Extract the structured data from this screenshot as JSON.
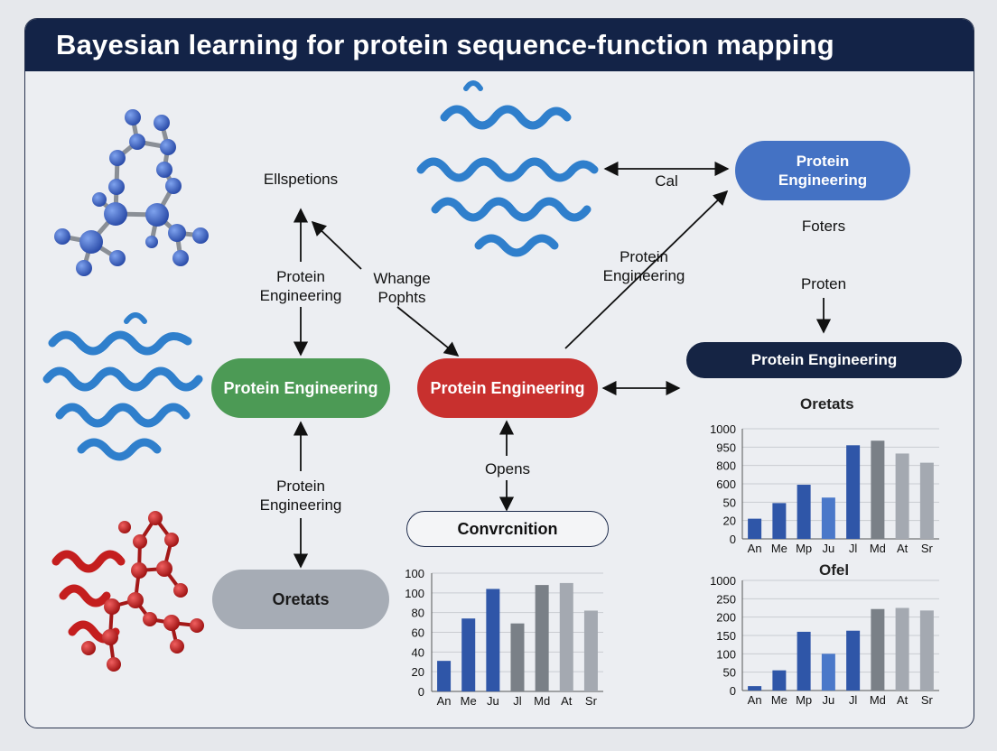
{
  "title": "Bayesian learning for protein sequence-function mapping",
  "nodes": {
    "green": "Protein Engineering",
    "red": "Protein Engineering",
    "blue_light": "Protein\nEngineering",
    "navy": "Protein Engineering",
    "gray": "Oretats",
    "outline": "Convrcnition"
  },
  "labels": {
    "ellspetions": "Ellspetions",
    "pe_upper": "Protein\nEngineering",
    "pe_lower": "Protein\nEngineering",
    "whange": "Whange\nPophts",
    "pe_diag": "Protein\nEngineering",
    "cal": "Cal",
    "foters": "Foters",
    "proten": "Proten",
    "opens": "Opens"
  },
  "colors": {
    "green": "#4c9a55",
    "red": "#c8302e",
    "blue_light": "#4472c4",
    "navy": "#152444",
    "gray": "#a6acb5",
    "bar_blue": "#2f56a8",
    "bar_blue_light": "#4a78c9",
    "bar_gray": "#7a8087",
    "bar_gray_light": "#a4a9b1",
    "molecule_blue": "#3561c2",
    "molecule_red": "#c41e1e",
    "ribbon_blue": "#2f7fcc"
  },
  "chart_data": [
    {
      "type": "bar",
      "title": "",
      "categories": [
        "An",
        "Me",
        "Ju",
        "Jl",
        "Md",
        "At",
        "Sr"
      ],
      "values": [
        31,
        74,
        104,
        69,
        108,
        110,
        82
      ],
      "yticks": [
        "0",
        "20",
        "40",
        "60",
        "80",
        "100",
        "100"
      ],
      "ylim": [
        0,
        120
      ],
      "grid": true
    },
    {
      "type": "bar",
      "title": "Oretats",
      "categories": [
        "An",
        "Me",
        "Mp",
        "Ju",
        "Jl",
        "Md",
        "At",
        "Sr"
      ],
      "values": [
        110,
        195,
        295,
        225,
        510,
        535,
        465,
        415
      ],
      "yticks": [
        "0",
        "20",
        "50",
        "600",
        "800",
        "950",
        "1000"
      ],
      "ylim": [
        0,
        600
      ],
      "grid": true
    },
    {
      "type": "bar",
      "title": "Ofel",
      "categories": [
        "An",
        "Me",
        "Mp",
        "Ju",
        "Jl",
        "Md",
        "At",
        "Sr"
      ],
      "values": [
        12,
        55,
        160,
        100,
        163,
        222,
        225,
        218
      ],
      "yticks": [
        "0",
        "50",
        "100",
        "150",
        "200",
        "250",
        "1000"
      ],
      "ylim": [
        0,
        300
      ],
      "grid": true
    }
  ]
}
